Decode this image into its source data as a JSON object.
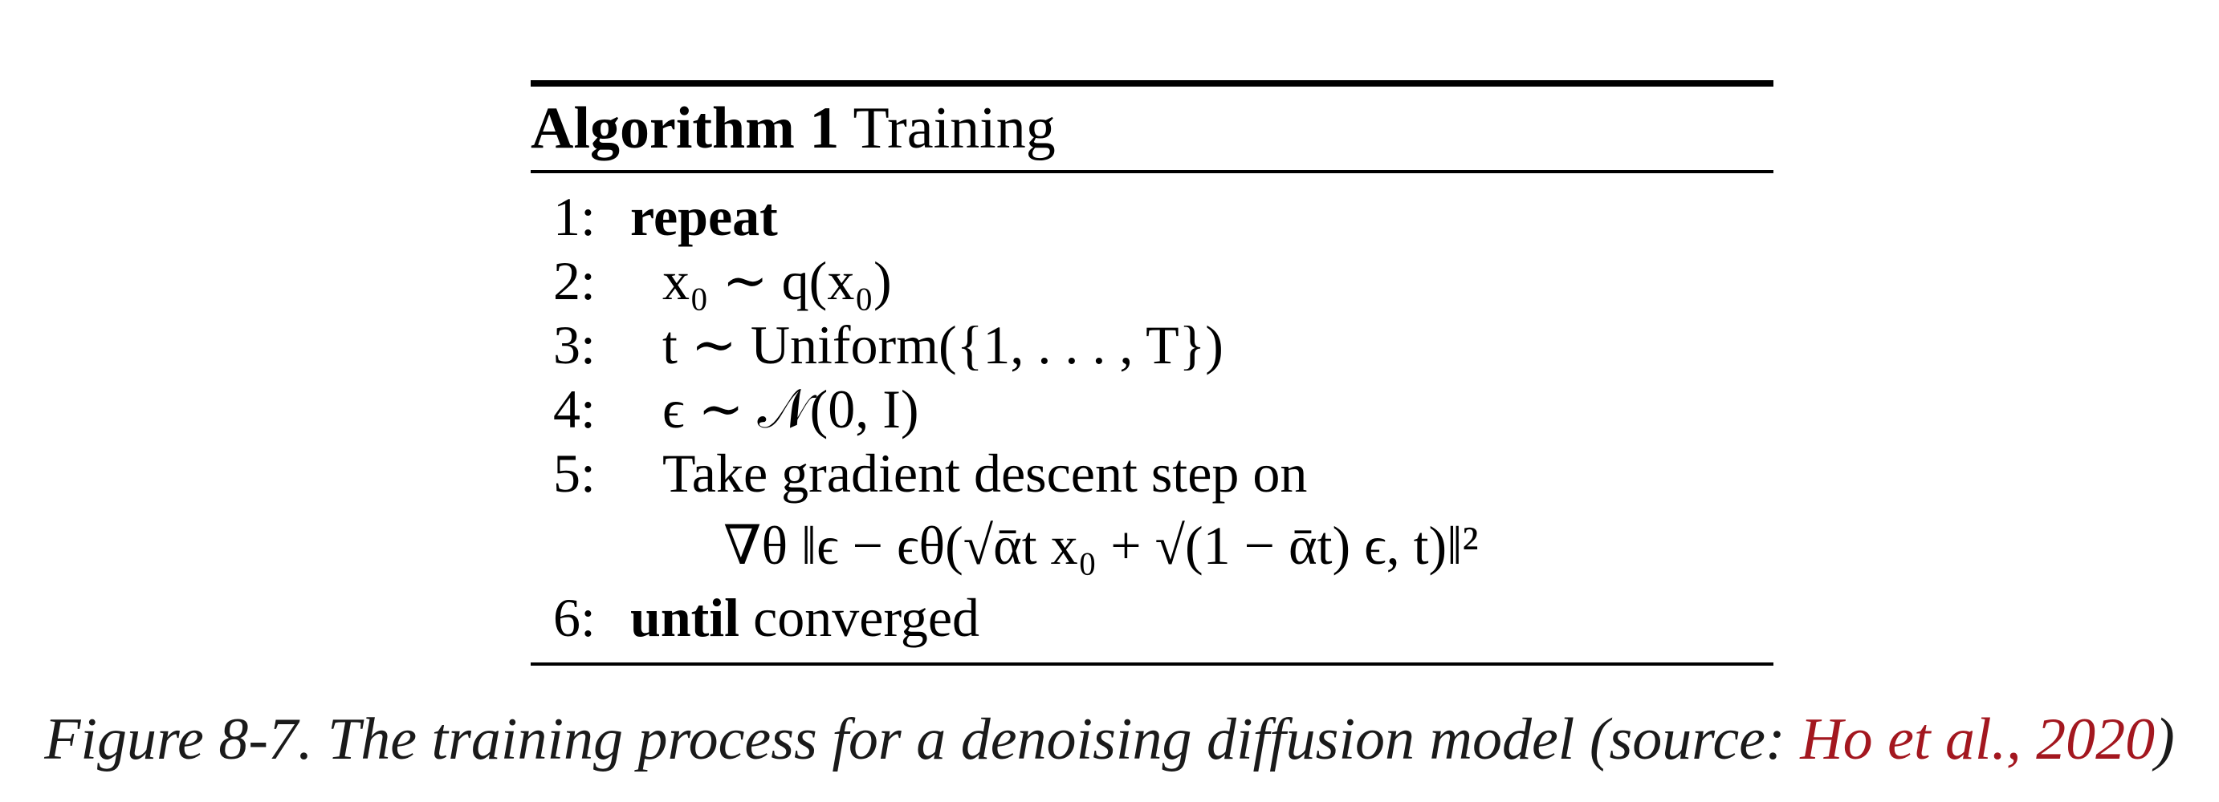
{
  "algorithm": {
    "label": "Algorithm 1",
    "title": "Training",
    "lines": [
      {
        "num": "1:",
        "keyword": "repeat",
        "text": ""
      },
      {
        "num": "2:",
        "math": "x₀ ∼ q(x₀)"
      },
      {
        "num": "3:",
        "math": "t ∼ Uniform({1, . . . , T})"
      },
      {
        "num": "4:",
        "math": "ϵ ∼ 𝒩(0, I)"
      },
      {
        "num": "5:",
        "text": "Take gradient descent step on"
      },
      {
        "num": "6:",
        "keyword": "until",
        "text": "converged"
      }
    ],
    "equation": "∇θ ‖ϵ − ϵθ(√ᾱt x₀ + √(1 − ᾱt) ϵ, t)‖²"
  },
  "caption": {
    "text": "Figure 8-7. The training process for a denoising diffusion model (source: ",
    "source_link": "Ho et al., 2020",
    "close": ")"
  },
  "colors": {
    "link": "#a3171f"
  }
}
